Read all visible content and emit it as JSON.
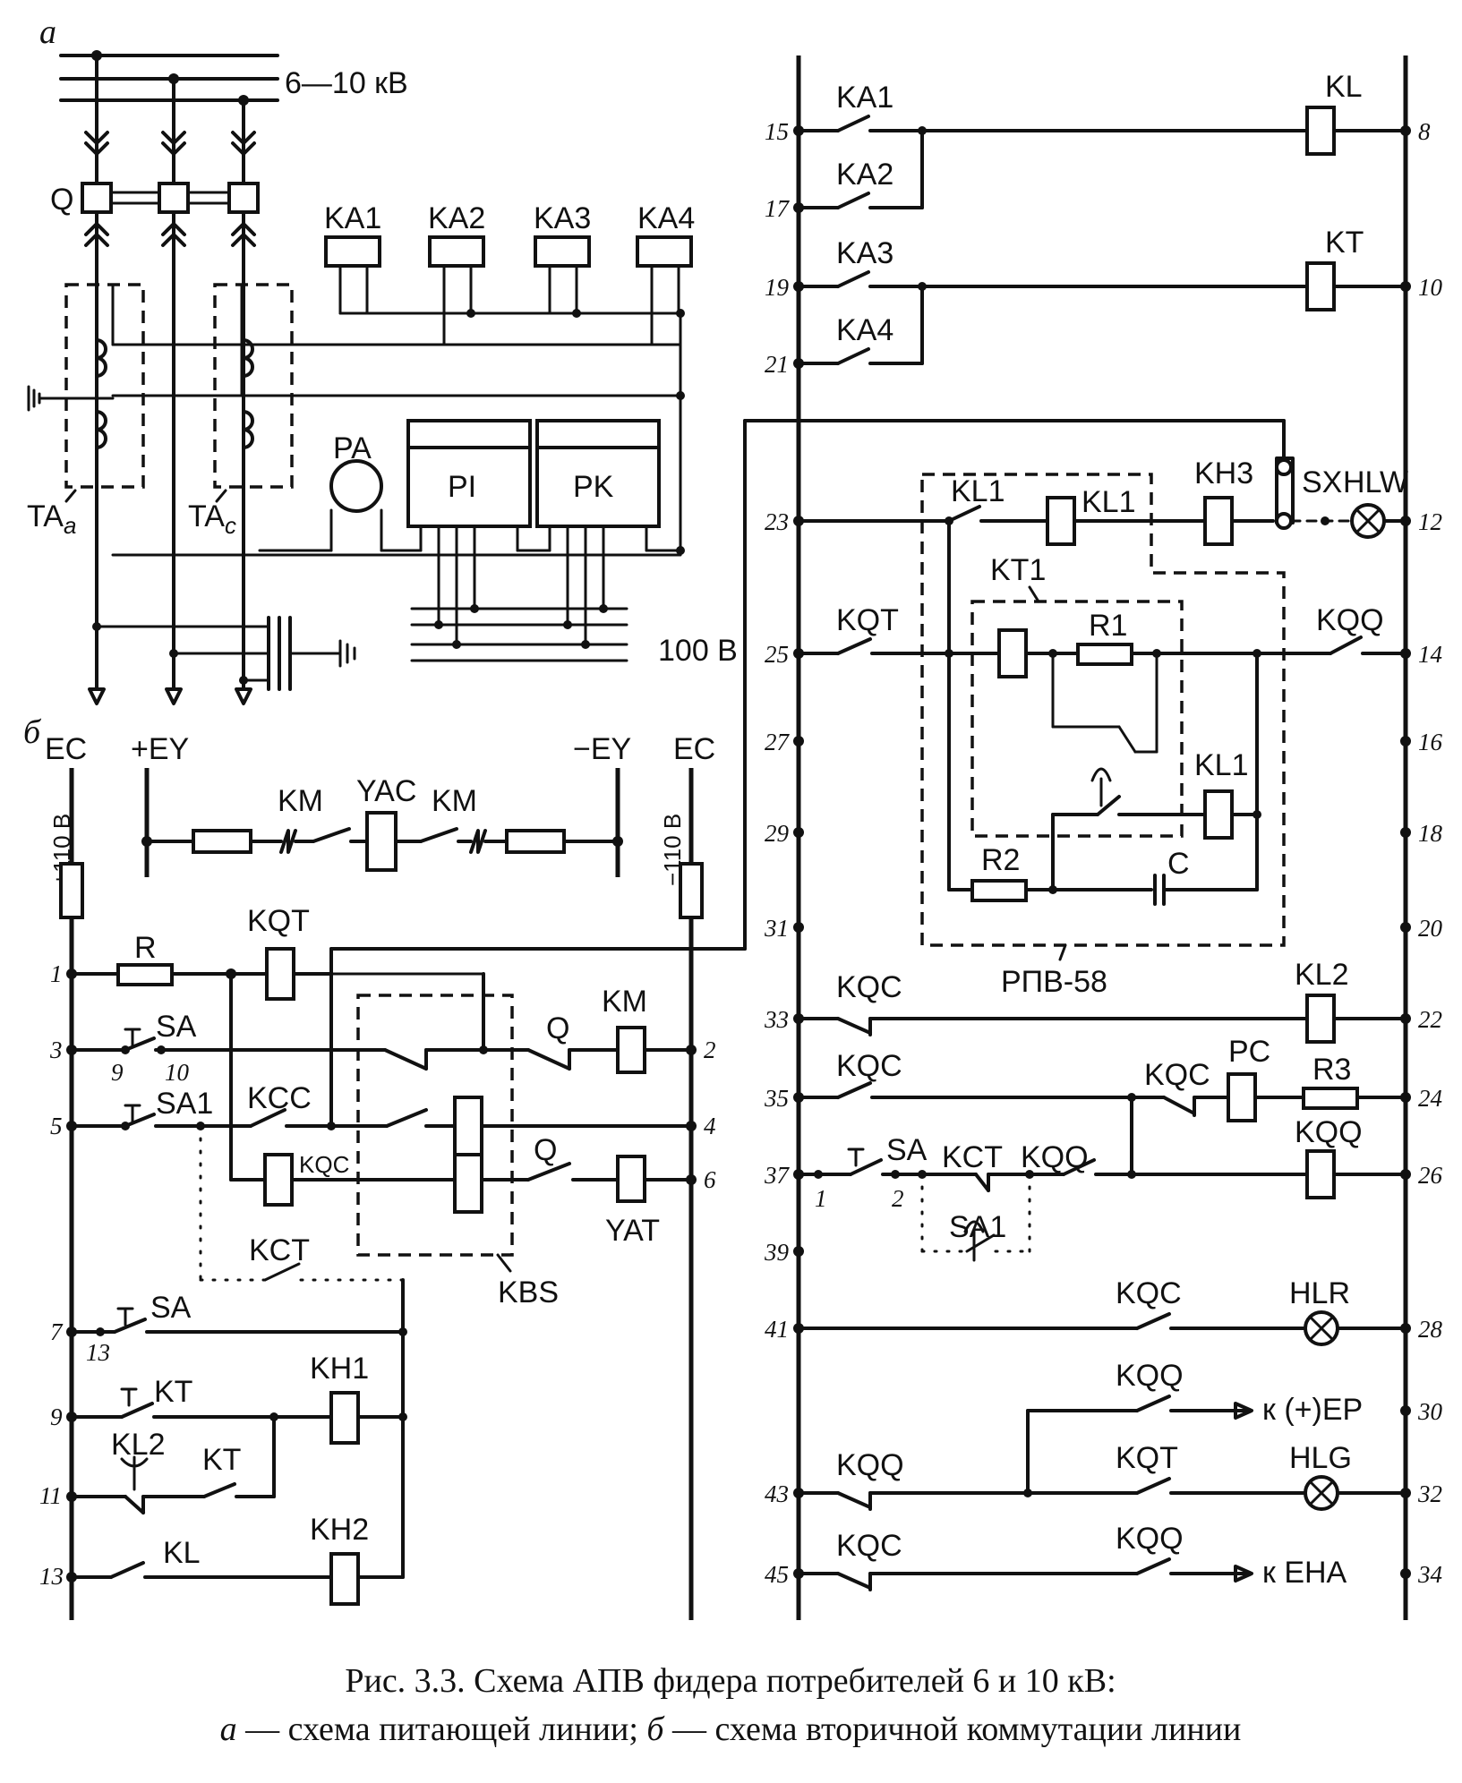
{
  "panel_a": "а",
  "panel_b": "б",
  "voltage_hv": "6—10 кВ",
  "voltage_100": "100 В",
  "part_a_labels": {
    "Q": "Q",
    "KA1": "KA1",
    "KA2": "KA2",
    "KA3": "KA3",
    "KA4": "KA4",
    "PA": "PA",
    "PI": "PI",
    "PK": "PK",
    "TAa": "TA",
    "TAa_sub": "a",
    "TAc": "TA",
    "TAc_sub": "c"
  },
  "part_b_labels": {
    "EC_left": "EC",
    "EY_plus": "+EY",
    "EY_minus": "−EY",
    "EC_right": "EC",
    "v_plus": "+110 В",
    "v_minus": "−110 В",
    "KM1": "KM",
    "YAC": "YAC",
    "KM2": "KM",
    "R": "R",
    "KQT": "KQT",
    "SA": "SA",
    "KM": "KM",
    "Q1": "Q",
    "SA1": "SA1",
    "KCC": "KCC",
    "KQC": "KQC",
    "Q2": "Q",
    "YAT": "YAT",
    "KCT": "KCT",
    "KBS": "KBS",
    "SA_b": "SA",
    "KT": "KT",
    "KH1": "KH1",
    "KL2": "KL2",
    "KT2": "KT",
    "KL": "KL",
    "KH2": "KH2",
    "n9": "9",
    "n10": "10",
    "n13": "13"
  },
  "left_node_numbers": [
    "1",
    "3",
    "5",
    "7",
    "9",
    "11",
    "13"
  ],
  "right_left_numbers": [
    "15",
    "17",
    "19",
    "21",
    "23",
    "25",
    "27",
    "29",
    "31",
    "33",
    "35",
    "37",
    "39",
    "41",
    "43",
    "45"
  ],
  "right_right_numbers": [
    "8",
    "10",
    "12",
    "14",
    "16",
    "18",
    "20",
    "22",
    "24",
    "26",
    "28",
    "30",
    "32",
    "34"
  ],
  "right_labels": {
    "KA1": "KA1",
    "KL": "KL",
    "KA2": "KA2",
    "KA3": "KA3",
    "KT": "KT",
    "KA4": "KA4",
    "KL1a": "KL1",
    "KL1b": "KL1",
    "KH3": "KH3",
    "SX": "SX",
    "HLW": "HLW",
    "KT1": "KT1",
    "KQT": "KQT",
    "R1": "R1",
    "KQQ": "KQQ",
    "KL1c": "KL1",
    "R2": "R2",
    "C": "C",
    "RPV": "РПВ-58",
    "KQC1": "KQC",
    "KL2": "KL2",
    "KQC2": "KQC",
    "PC": "PC",
    "KQC3": "KQC",
    "R3": "R3",
    "KQQ2": "KQQ",
    "SA": "SA",
    "KCT": "KCT",
    "KQQ3": "KQQ",
    "SA1": "SA1",
    "n1": "1",
    "n2": "2",
    "KQC4": "KQC",
    "HLR": "HLR",
    "KQQ4": "KQQ",
    "EP": "к (+)EP",
    "KQQ5": "KQQ",
    "KQT2": "KQT",
    "HLG": "HLG",
    "KQC5": "KQC",
    "KQQ6": "KQQ",
    "EHA": "к EHA"
  },
  "caption": {
    "line1": "Рис. 3.3. Схема АПВ фидера потребителей 6 и 10 кВ:",
    "line2_a": "а",
    "line2_mid": " — схема питающей линии; ",
    "line2_b": "б",
    "line2_end": " — схема вторичной коммутации линии"
  }
}
